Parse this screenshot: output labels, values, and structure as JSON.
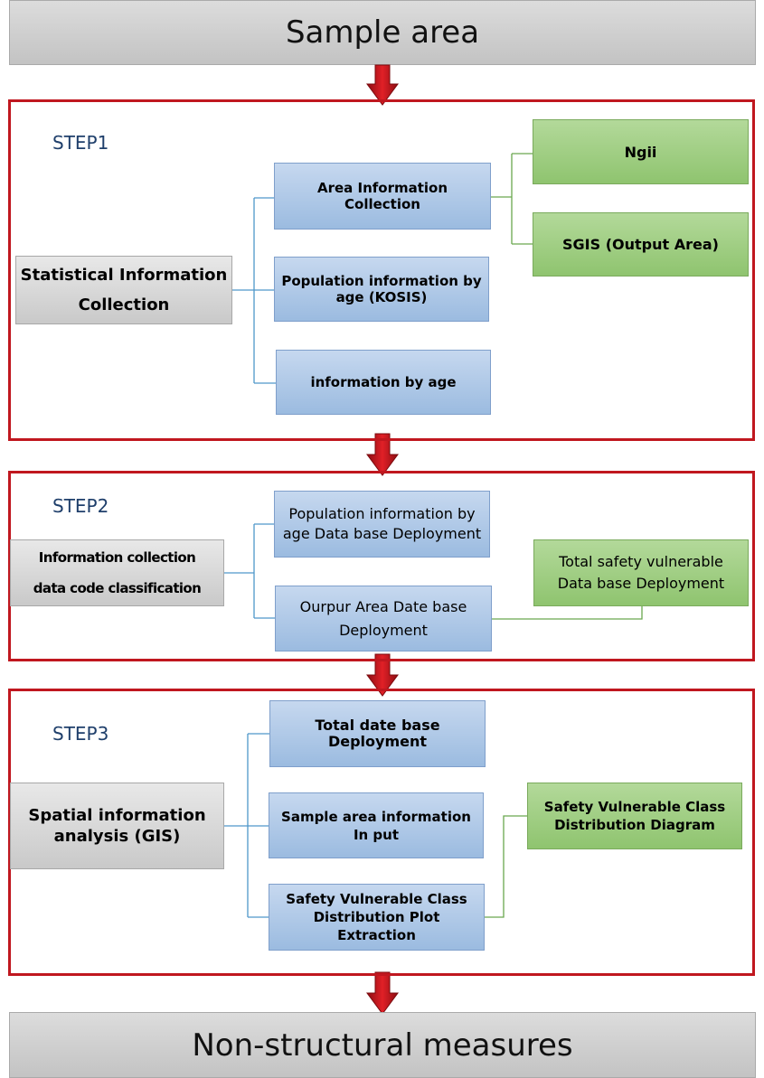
{
  "header": {
    "title": "Sample area"
  },
  "footer": {
    "title": "Non-structural measures"
  },
  "step1": {
    "label": "STEP1",
    "source": [
      "Statistical Information",
      "Collection"
    ],
    "items": [
      "Area Information Collection",
      "Population information by age (KOSIS)",
      "information by age"
    ],
    "outputs": [
      "Ngii",
      "SGIS (Output Area)"
    ]
  },
  "step2": {
    "label": "STEP2",
    "source": [
      "Information collection",
      "data code classification"
    ],
    "items": [
      "Population information by age Data base Deployment",
      "Ourpur Area Date base Deployment"
    ],
    "output": "Total safety vulnerable Data base Deployment"
  },
  "step3": {
    "label": "STEP3",
    "source": "Spatial information analysis (GIS)",
    "items": [
      "Total date base Deployment",
      "Sample area information In put",
      "Safety Vulnerable Class Distribution Plot Extraction"
    ],
    "output": "Safety Vulnerable Class Distribution Diagram"
  },
  "colors": {
    "frame": "#c0171f",
    "arrow": "#c0171f",
    "connector": "#4f97c9",
    "connector_green": "#6aa84f"
  }
}
